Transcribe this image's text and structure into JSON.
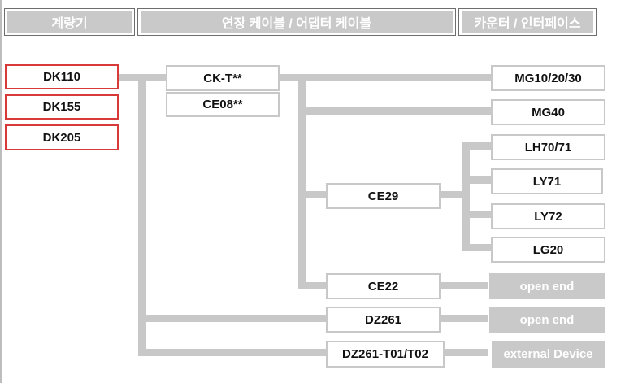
{
  "headers": {
    "meter": "계량기",
    "cables": "연장 케이블 / 어댑터 케이블",
    "counters": "카운터 / 인터페이스"
  },
  "meters": [
    "DK110",
    "DK155",
    "DK205"
  ],
  "cables": [
    "CK-T**",
    "CE08**"
  ],
  "adapters": {
    "ce29": "CE29",
    "ce22": "CE22",
    "dz261": "DZ261",
    "dz261t": "DZ261-T01/T02"
  },
  "counters": {
    "mg10": "MG10/20/30",
    "mg40": "MG40",
    "lh70": "LH70/71",
    "ly71": "LY71",
    "ly72": "LY72",
    "lg20": "LG20"
  },
  "ends": {
    "open1": "open end",
    "open2": "open end",
    "external": "external Device"
  },
  "colors": {
    "connector": "#c8c8c8",
    "meter_border": "#d83a3a",
    "header_fill": "#c9c9c9"
  }
}
